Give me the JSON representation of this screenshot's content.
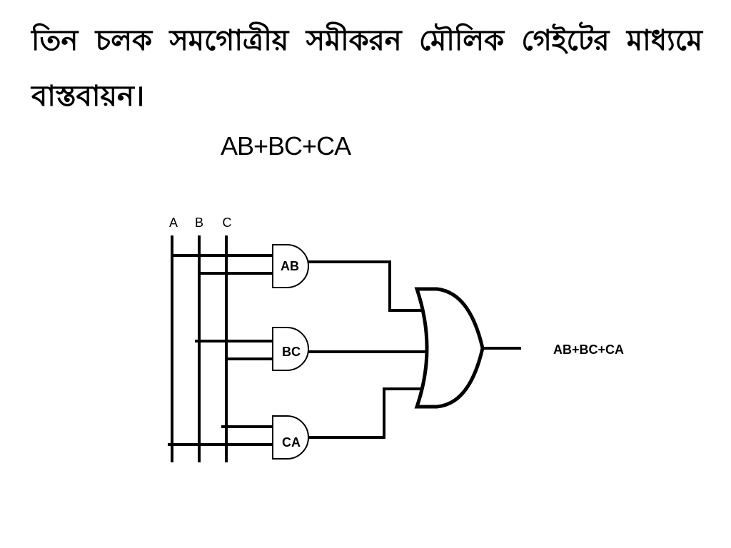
{
  "slide": {
    "title": "তিন চলক সমগোত্রীয় সমীকরন মৌলিক গেইটের মাধ্যমে বাস্তবায়ন।",
    "expression": "AB+BC+CA"
  },
  "circuit": {
    "inputs": [
      "A",
      "B",
      "C"
    ],
    "and_gates": [
      {
        "label": "AB",
        "inputs": [
          "A",
          "B"
        ]
      },
      {
        "label": "BC",
        "inputs": [
          "B",
          "C"
        ]
      },
      {
        "label": "CA",
        "inputs": [
          "C",
          "A"
        ]
      }
    ],
    "or_gate": {
      "inputs": [
        "AB",
        "BC",
        "CA"
      ]
    },
    "output_label": "AB+BC+CA"
  }
}
